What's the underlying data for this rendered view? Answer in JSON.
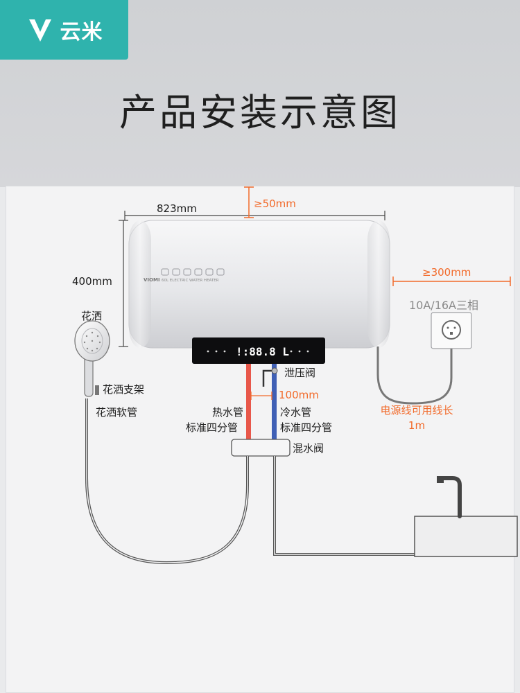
{
  "brand": {
    "name": "云米"
  },
  "title": "产品安装示意图",
  "heater": {
    "brand": "VIOMI",
    "model_text": "60L ELECTRIC WATER HEATER",
    "display": "!:88.8 L"
  },
  "dimensions": {
    "width": "823mm",
    "height": "400mm",
    "top_clearance": "≥50mm",
    "side_clearance": "≥300mm",
    "pipe_gap": "100mm"
  },
  "outlet": {
    "label": "10A/16A三相"
  },
  "power_cord": {
    "line1": "电源线可用线长",
    "line2": "1m"
  },
  "labels": {
    "shower_head": "花洒",
    "shower_bracket": "花洒支架",
    "shower_hose": "花洒软管",
    "hot_pipe": "热水管",
    "hot_pipe_spec": "标准四分管",
    "cold_pipe": "冷水管",
    "cold_pipe_spec": "标准四分管",
    "relief_valve": "泄压阀",
    "mixing_valve": "混水阀"
  },
  "colors": {
    "accent": "#2fb3ad",
    "dimension_orange": "#f26a2a",
    "hot_pipe": "#e8574a",
    "cold_pipe": "#3f5fb5"
  }
}
